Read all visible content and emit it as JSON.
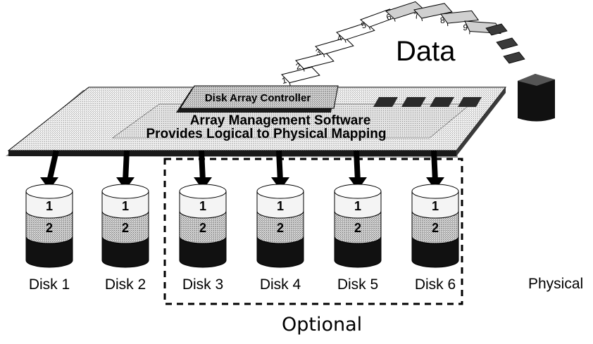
{
  "title": "Data",
  "controller_label": "Disk Array Controller",
  "software_line1": "Array Management Software",
  "software_line2": "Provides Logical to Physical Mapping",
  "physical_label": "Physical",
  "optional_label": "Optional",
  "page_numbers": [
    "1",
    "2",
    "3",
    "4",
    "5",
    "6",
    "7",
    "8",
    "9"
  ],
  "disks": [
    {
      "label": "Disk 1",
      "layers": [
        "1",
        "2"
      ]
    },
    {
      "label": "Disk 2",
      "layers": [
        "1",
        "2"
      ]
    },
    {
      "label": "Disk 3",
      "layers": [
        "1",
        "2"
      ]
    },
    {
      "label": "Disk 4",
      "layers": [
        "1",
        "2"
      ]
    },
    {
      "label": "Disk 5",
      "layers": [
        "1",
        "2"
      ]
    },
    {
      "label": "Disk 6",
      "layers": [
        "1",
        "2"
      ]
    }
  ]
}
